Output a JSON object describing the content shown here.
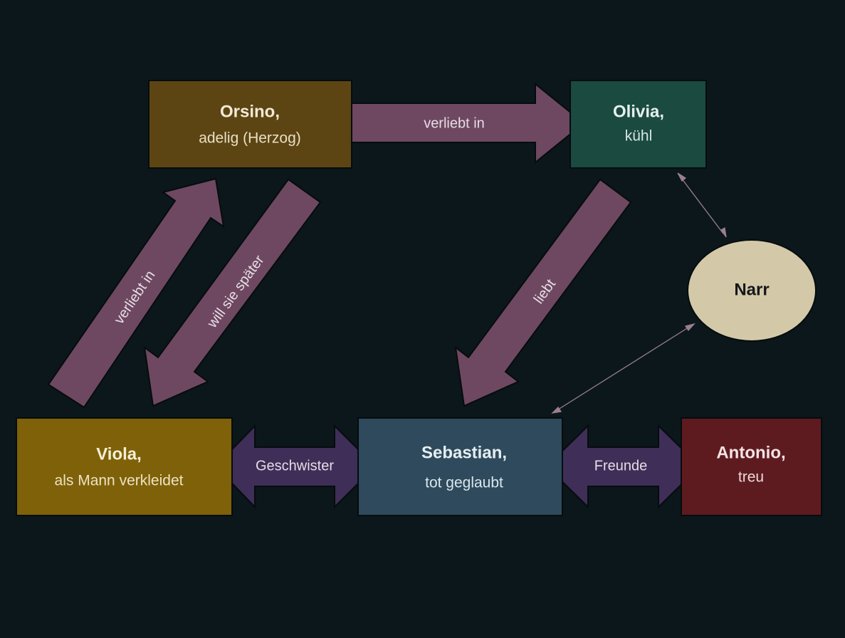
{
  "nodes": {
    "orsino": {
      "name": "Orsino,",
      "desc": "adelig (Herzog)",
      "color": "#5d4513"
    },
    "olivia": {
      "name": "Olivia,",
      "desc": "kühl",
      "color": "#1a4a40"
    },
    "narr": {
      "name": "Narr",
      "color": "#d3c9a9"
    },
    "viola": {
      "name": "Viola,",
      "desc": "als Mann verkleidet",
      "color": "#7e6108"
    },
    "sebastian": {
      "name": "Sebastian,",
      "desc": "tot geglaubt",
      "color": "#2e4a5c"
    },
    "antonio": {
      "name": "Antonio,",
      "desc": "treu",
      "color": "#5d1b20"
    }
  },
  "edges": {
    "orsino_olivia": "verliebt in",
    "viola_orsino": "verliebt in",
    "orsino_viola": "will sie später",
    "olivia_sebastian": "liebt",
    "viola_sebastian": "Geschwister",
    "sebastian_antonio": "Freunde"
  },
  "colors": {
    "arrow": "#6e4860",
    "double_arrow": "#3f2e58",
    "connector": "#9a7f92"
  }
}
